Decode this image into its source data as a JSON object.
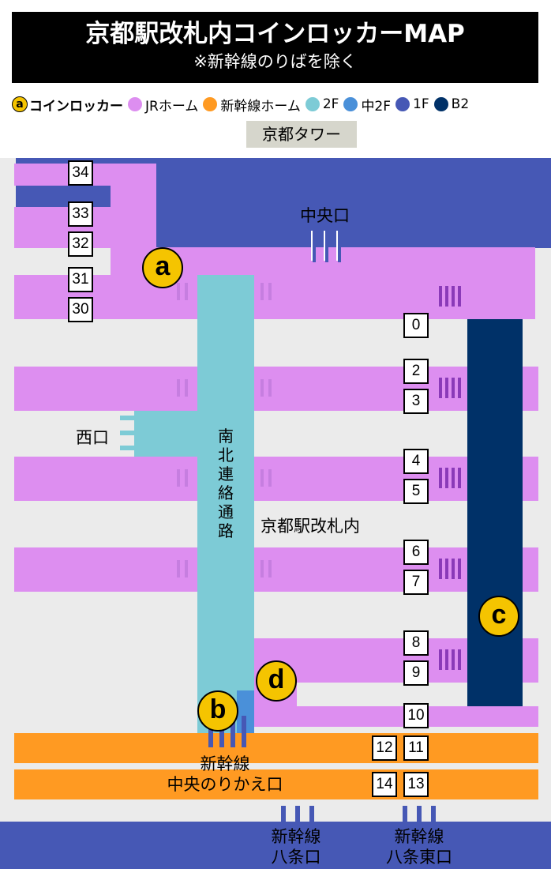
{
  "title": {
    "main": "京都駅改札内コインロッカーMAP",
    "sub": "※新幹線のりばを除く"
  },
  "legend": {
    "locker_badge": "a",
    "locker": "コインロッカー",
    "jr": "JRホーム",
    "shinkansen": "新幹線ホーム",
    "f2": "2F",
    "mid2f": "中2F",
    "f1": "1F",
    "b2": "B2"
  },
  "colors": {
    "jr": "#dd8ef0",
    "shinkansen": "#ff9a22",
    "f2": "#7dcbd6",
    "mid2f": "#4a90d9",
    "f1": "#4658b5",
    "b2": "#003168",
    "locker": "#f5c400"
  },
  "map": {
    "tower": "京都タワー",
    "central_exit": "中央口",
    "west_exit": "西口",
    "north_south_passage": [
      "南",
      "北",
      "連",
      "絡",
      "通",
      "路"
    ],
    "inside_gates": "京都駅改札内",
    "shinkansen_transfer": [
      "新幹線",
      "中央のりかえ口"
    ],
    "hachijo_exit": [
      "新幹線",
      "八条口"
    ],
    "hachijo_east_exit": [
      "新幹線",
      "八条東口"
    ],
    "platforms": [
      "34",
      "33",
      "32",
      "31",
      "30",
      "0",
      "2",
      "3",
      "4",
      "5",
      "6",
      "7",
      "8",
      "9",
      "10",
      "12",
      "11",
      "14",
      "13"
    ],
    "lockers": [
      "a",
      "b",
      "c",
      "d"
    ]
  }
}
